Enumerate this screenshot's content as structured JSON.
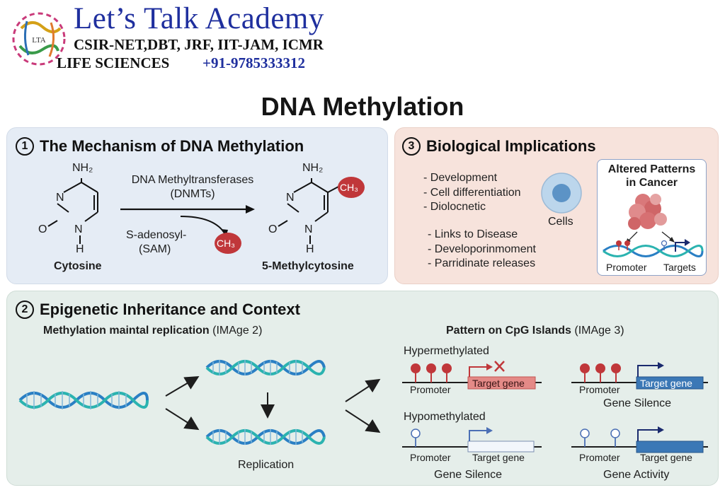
{
  "header": {
    "brand_title": "Let’s Talk Academy",
    "exams": "CSIR-NET,DBT, JRF, IIT-JAM, ICMR",
    "subject": "LIFE SCIENCES",
    "phone": "+91-9785333312",
    "logo_text": "LTA"
  },
  "page_title": "DNA Methylation",
  "mechanism": {
    "number": "1",
    "title": "The Mechanism of DNA Methylation",
    "enzyme_line1": "DNA Methyltransferases",
    "enzyme_line2": "(DNMTs)",
    "donor_line1": "S-adenosyl-",
    "donor_line2": "(SAM)",
    "methyl_group": "CH₃",
    "substrate_label": "Cytosine",
    "product_label": "5-Methylcytosine",
    "atoms": {
      "amine": "NH₂",
      "nitrogen": "N",
      "oxygen": "O",
      "hydrogen": "H"
    }
  },
  "biological": {
    "number": "3",
    "title": "Biological Implications",
    "list_a": [
      "Development",
      "Cell differentiation",
      "Diolocnetic"
    ],
    "list_b": [
      "Links to Disease",
      "Developorinmoment",
      "Parridinate releases"
    ],
    "cells_label": "Cells",
    "cancer_title_line1": "Altered Patterns",
    "cancer_title_line2": "in Cancer",
    "promoter_label": "Promoter",
    "targets_label": "Targets",
    "colors": {
      "tumor": "#d9787a",
      "methyl": "#c0373a"
    }
  },
  "epigenetic": {
    "number": "2",
    "title": "Epigenetic Inheritance and Context",
    "replication_title": "Methylation maintal replication",
    "replication_ref": "(IMAge 2)",
    "replication_label": "Replication",
    "cpg_title": "Pattern on CpG Islands",
    "cpg_ref": "(IMAge 3)",
    "hyper_label": "Hypermethylated",
    "hypo_label": "Hypomethylated",
    "promoter_label": "Promoter",
    "target_gene_label": "Target gene",
    "outcomes": {
      "hyper_right": "Gene Silence",
      "hypo_left": "Gene Silence",
      "hypo_right": "Gene Activity"
    },
    "colors": {
      "dna_blue": "#2a7fc4",
      "dna_teal": "#2bb3b0",
      "methyl_red": "#c0373a",
      "gene_red": "#e48a87",
      "gene_blue": "#3b78b6"
    }
  }
}
